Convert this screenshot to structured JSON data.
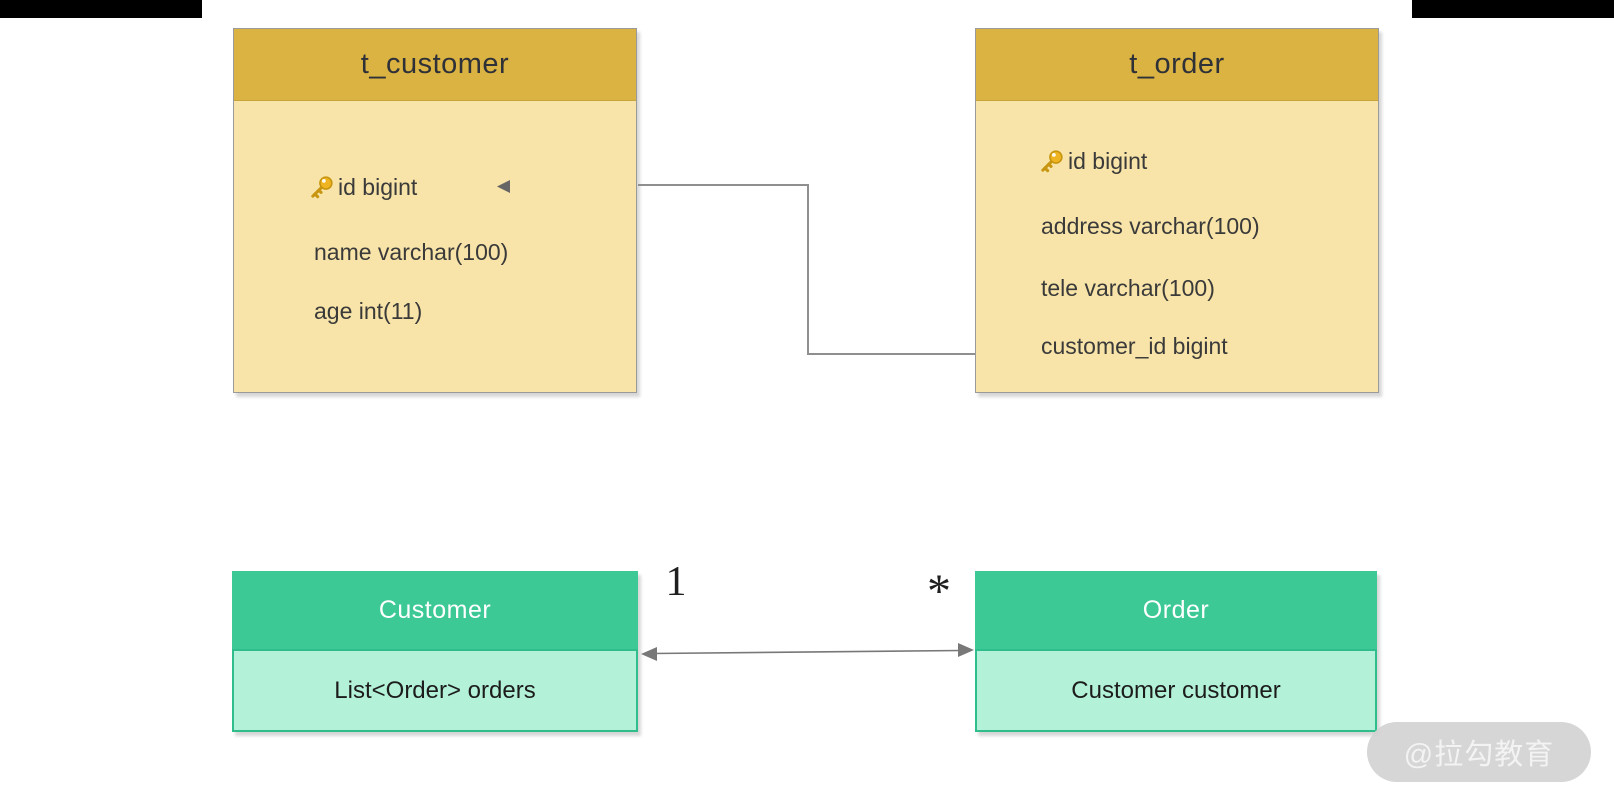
{
  "colors": {
    "table_header_bg": "#dbb342",
    "table_body_bg": "#f8e4a8",
    "table_border": "#9a9a9a",
    "class_header_bg": "#3cc996",
    "class_body_bg": "#b3f2d8",
    "class_border": "#2fbe8b",
    "connector": "#8f8f8f",
    "key_icon_gold": "#eeb422",
    "top_bar": "#000000"
  },
  "er_diagram": {
    "tables": [
      {
        "title": "t_customer",
        "fields": [
          {
            "label": "id bigint",
            "primary_key": true
          },
          {
            "label": "name varchar(100)",
            "primary_key": false
          },
          {
            "label": "age int(11)",
            "primary_key": false
          }
        ]
      },
      {
        "title": "t_order",
        "fields": [
          {
            "label": "id bigint",
            "primary_key": true
          },
          {
            "label": "address varchar(100)",
            "primary_key": false
          },
          {
            "label": "tele varchar(100)",
            "primary_key": false
          },
          {
            "label": "customer_id bigint",
            "primary_key": false
          }
        ]
      }
    ]
  },
  "class_diagram": {
    "classes": [
      {
        "title": "Customer",
        "member": "List<Order> orders"
      },
      {
        "title": "Order",
        "member": "Customer customer"
      }
    ],
    "association": {
      "left_multiplicity": "1",
      "right_multiplicity": "*"
    }
  },
  "watermark": {
    "text": "@拉勾教育"
  }
}
